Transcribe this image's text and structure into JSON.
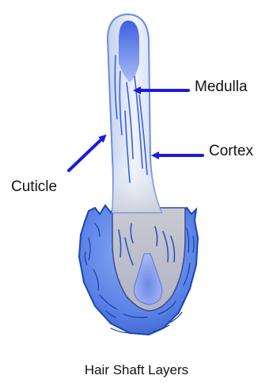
{
  "diagram": {
    "labels": {
      "medulla": "Medulla",
      "cortex": "Cortex",
      "cuticle": "Cuticle"
    },
    "caption": "Hair Shaft Layers"
  },
  "colors": {
    "arrow": "#1b1bdc",
    "bulb": "#5a82e6",
    "bulb_edge": "#1a46b4",
    "shaft_light": "#dbe6f8",
    "medulla": "#4f6ee6",
    "papilla": "#7e97ee"
  }
}
